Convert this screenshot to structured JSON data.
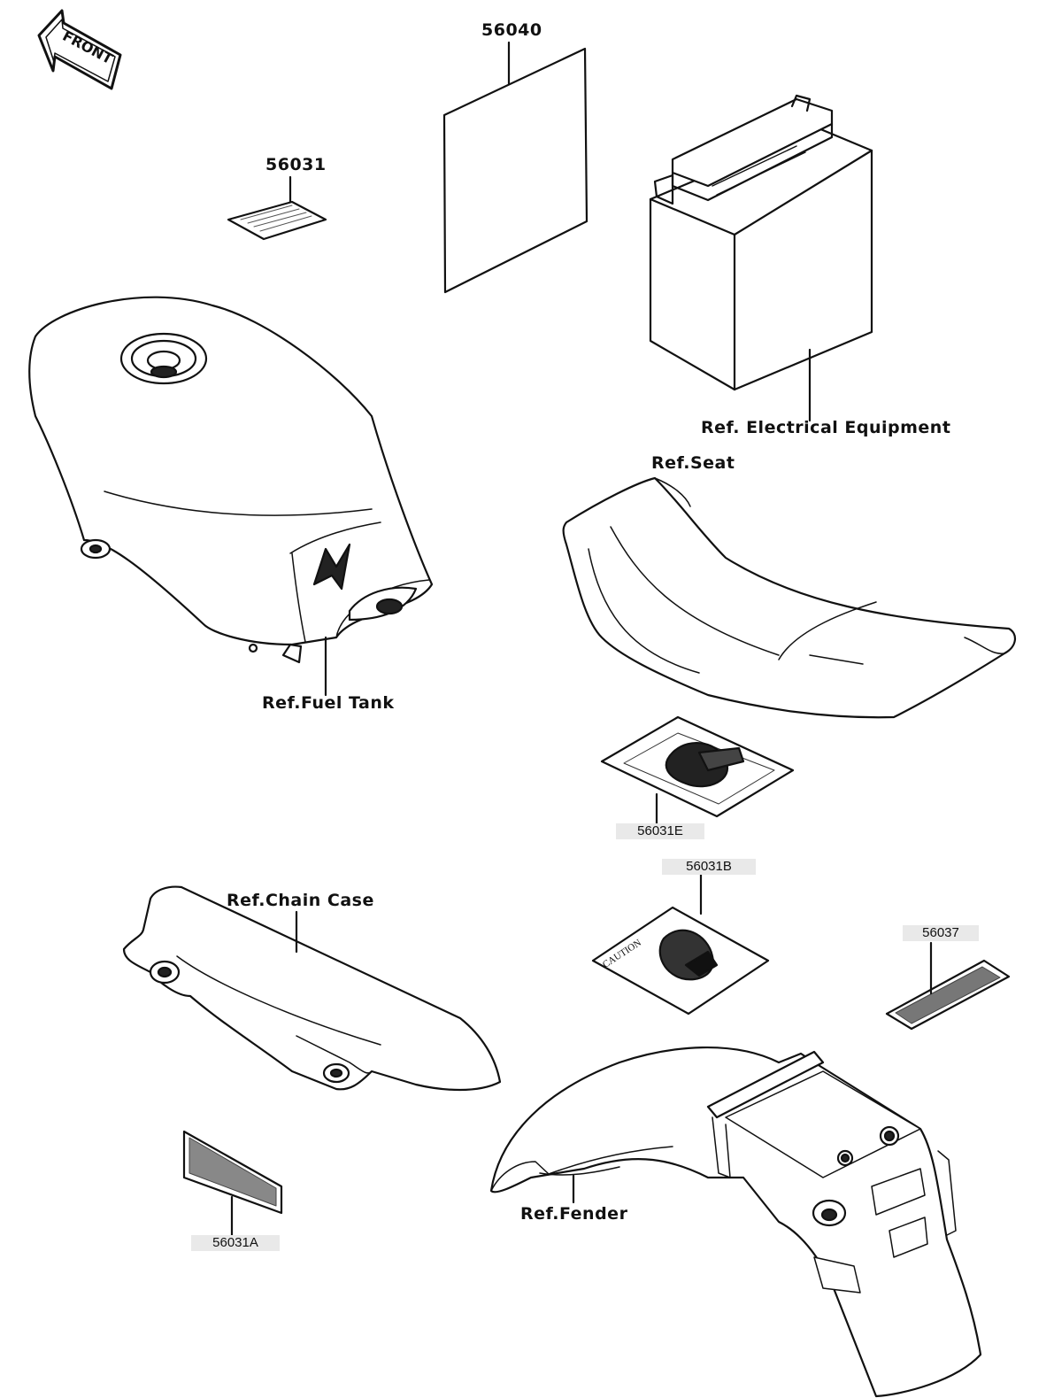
{
  "front_arrow": {
    "label": "FRONT",
    "icon": "front-arrow-icon"
  },
  "parts": {
    "p56040": "56040",
    "p56031": "56031",
    "p56031E": "56031E",
    "p56031B": "56031B",
    "p56037": "56037",
    "p56031A": "56031A"
  },
  "refs": {
    "electrical": "Ref. Electrical Equipment",
    "seat": "Ref.Seat",
    "fuel_tank": "Ref.Fuel Tank",
    "chain_case": "Ref.Chain Case",
    "fender": "Ref.Fender"
  },
  "label_text": {
    "caution": "CAUTION"
  }
}
